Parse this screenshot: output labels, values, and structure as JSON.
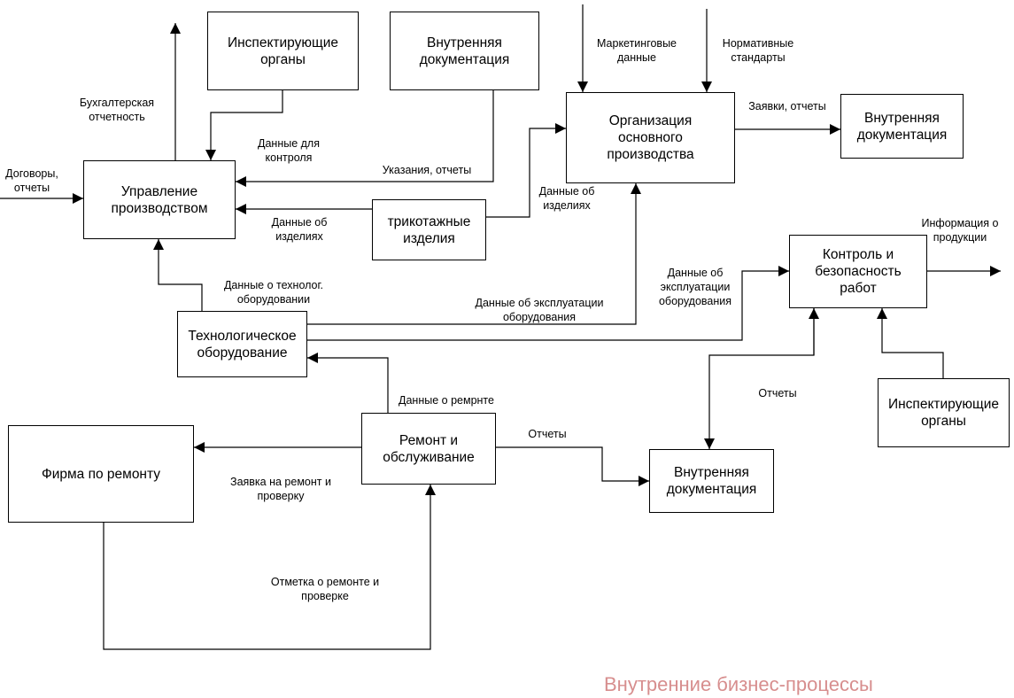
{
  "nodes": {
    "inspect_top": "Инспектирующие\nорганы",
    "doc_top": "Внутренняя\nдокументация",
    "org_prod": "Организация\nосновного\nпроизводства",
    "doc_right": "Внутренняя\nдокументация",
    "manage": "Управление\nпроизводством",
    "knit": "трикотажные\nизделия",
    "control": "Контроль и\nбезопасность\nработ",
    "tech": "Технологическое\nоборудование",
    "repair": "Ремонт и\nобслуживание",
    "firm": "Фирма по ремонту",
    "doc_bottom": "Внутренняя\nдокументация",
    "inspect_right": "Инспектирующие\nорганы"
  },
  "labels": {
    "marketing": "Маркетинговые\nданные",
    "standards": "Нормативные\nстандарты",
    "accounting": "Бухгалтерская\nотчетность",
    "requests": "Заявки, отчеты",
    "control_data": "Данные для\nконтроля",
    "contracts": "Договоры,\nотчеты",
    "instructions": "Указания, отчеты",
    "product_data_right": "Данные об\nизделиях",
    "product_data_left": "Данные об\nизделиях",
    "product_info": "Информация о\nпродукции",
    "equip_ops_right": "Данные об\nэксплуатации\nоборудования",
    "tech_data": "Данные о технолог.\nоборудовании",
    "equip_ops_mid": "Данные об эксплуатации\nоборудования",
    "reports_mid": "Отчеты",
    "repair_data": "Данные о ремрнте",
    "reports_repair": "Отчеты",
    "repair_request": "Заявка на ремонт и\nпроверку",
    "repair_mark": "Отметка о ремонте и\nпроверке"
  },
  "caption": "Внутренние бизнес-процессы"
}
